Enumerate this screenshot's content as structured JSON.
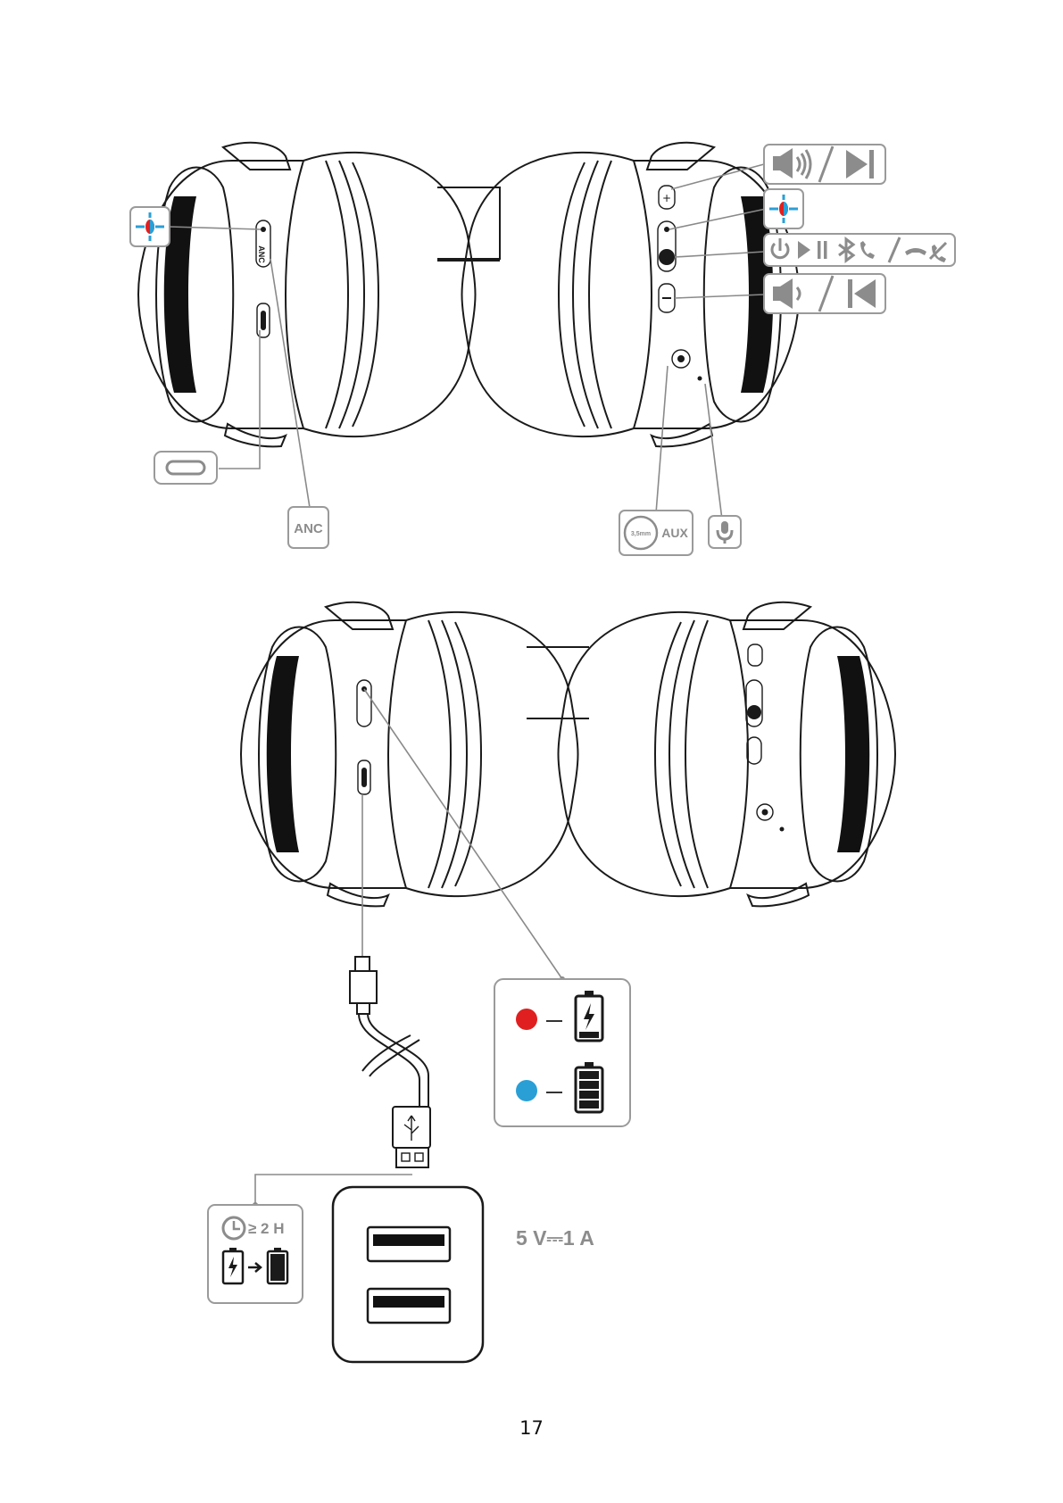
{
  "page_number": "17",
  "labels": {
    "anc_button": "ANC",
    "aux_size": "3,5mm",
    "aux_label": "AUX",
    "charge_time": "≥ 2 H",
    "power_spec": "5 V⎓1 A"
  },
  "colors": {
    "led_red": "#e02020",
    "led_blue": "#2a9fd6",
    "icon_gray": "#8c8c8c"
  },
  "icons": {
    "led_indicator": "led-indicator-icon",
    "volume_up_next": "volume-up-next-track-icon",
    "multifunction": "power-play-pause-bluetooth-call-icon",
    "volume_down_prev": "volume-down-previous-track-icon",
    "usb_c_port": "usb-c-port-icon",
    "microphone": "microphone-icon",
    "battery_charging": "battery-charging-icon",
    "battery_full": "battery-full-icon",
    "clock": "clock-icon",
    "usb_charger": "usb-wall-charger-icon"
  }
}
